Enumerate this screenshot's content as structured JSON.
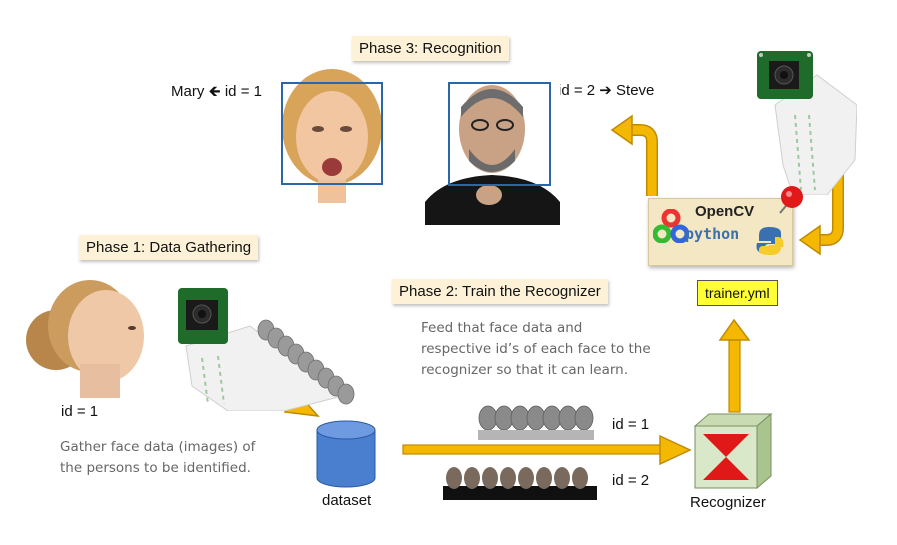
{
  "phase3": {
    "title": "Phase 3: Recognition"
  },
  "phase1": {
    "title": "Phase 1: Data Gathering",
    "person_id": "id = 1",
    "description_line1": "Gather face data (images) of",
    "description_line2": "the persons to be identified."
  },
  "phase2": {
    "title": "Phase 2: Train the Recognizer",
    "description_line1": "Feed that face data and",
    "description_line2": "respective id’s of each face to the",
    "description_line3": "recognizer so that it can learn."
  },
  "recognition": {
    "left_label": "Mary 🡸 id = 1",
    "right_label": "id = 2 ➔ Steve"
  },
  "dataset": {
    "label": "dataset"
  },
  "training": {
    "id1": "id = 1",
    "id2": "id = 2"
  },
  "recognizer": {
    "label": "Recognizer"
  },
  "trainer": {
    "file": "trainer.yml"
  },
  "logo": {
    "opencv": "OpenCV",
    "python": "python"
  },
  "colors": {
    "arrow": "#f5b800",
    "arrow_stroke": "#c08a00",
    "box": "#2b66a8",
    "yml": "#ffff33",
    "phase_bg": "#fdf2d8"
  }
}
